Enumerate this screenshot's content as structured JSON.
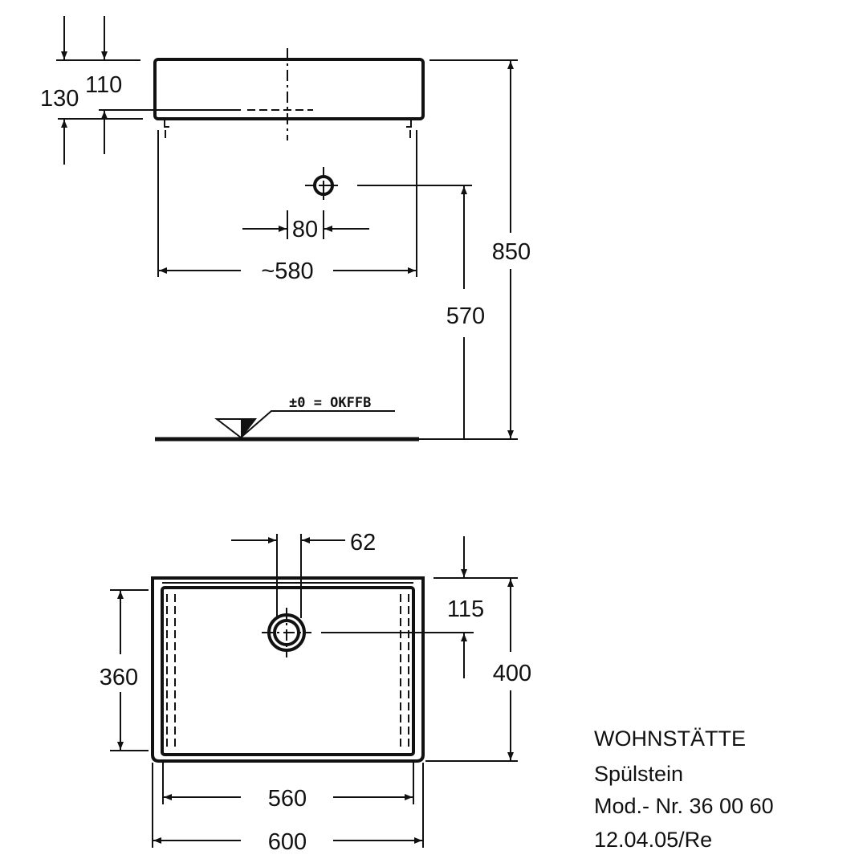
{
  "side_view": {
    "dim_overall_height": "130",
    "dim_basin_height": "110",
    "dim_width": "~580",
    "dim_drain_offset": "80",
    "dim_drain_height": "570",
    "dim_top_height": "850",
    "floor_reference": "±0 = OKFFB"
  },
  "plan_view": {
    "dim_drain_offset": "62",
    "dim_drain_from_back": "115",
    "dim_depth_outer": "400",
    "dim_depth_inner": "360",
    "dim_width_inner": "560",
    "dim_width_outer": "600"
  },
  "title_block": {
    "product_line": "WOHNSTÄTTE",
    "product_type": "Spülstein",
    "model_number": "Mod.- Nr. 36 00 60",
    "date_revision": "12.04.05/Re"
  }
}
